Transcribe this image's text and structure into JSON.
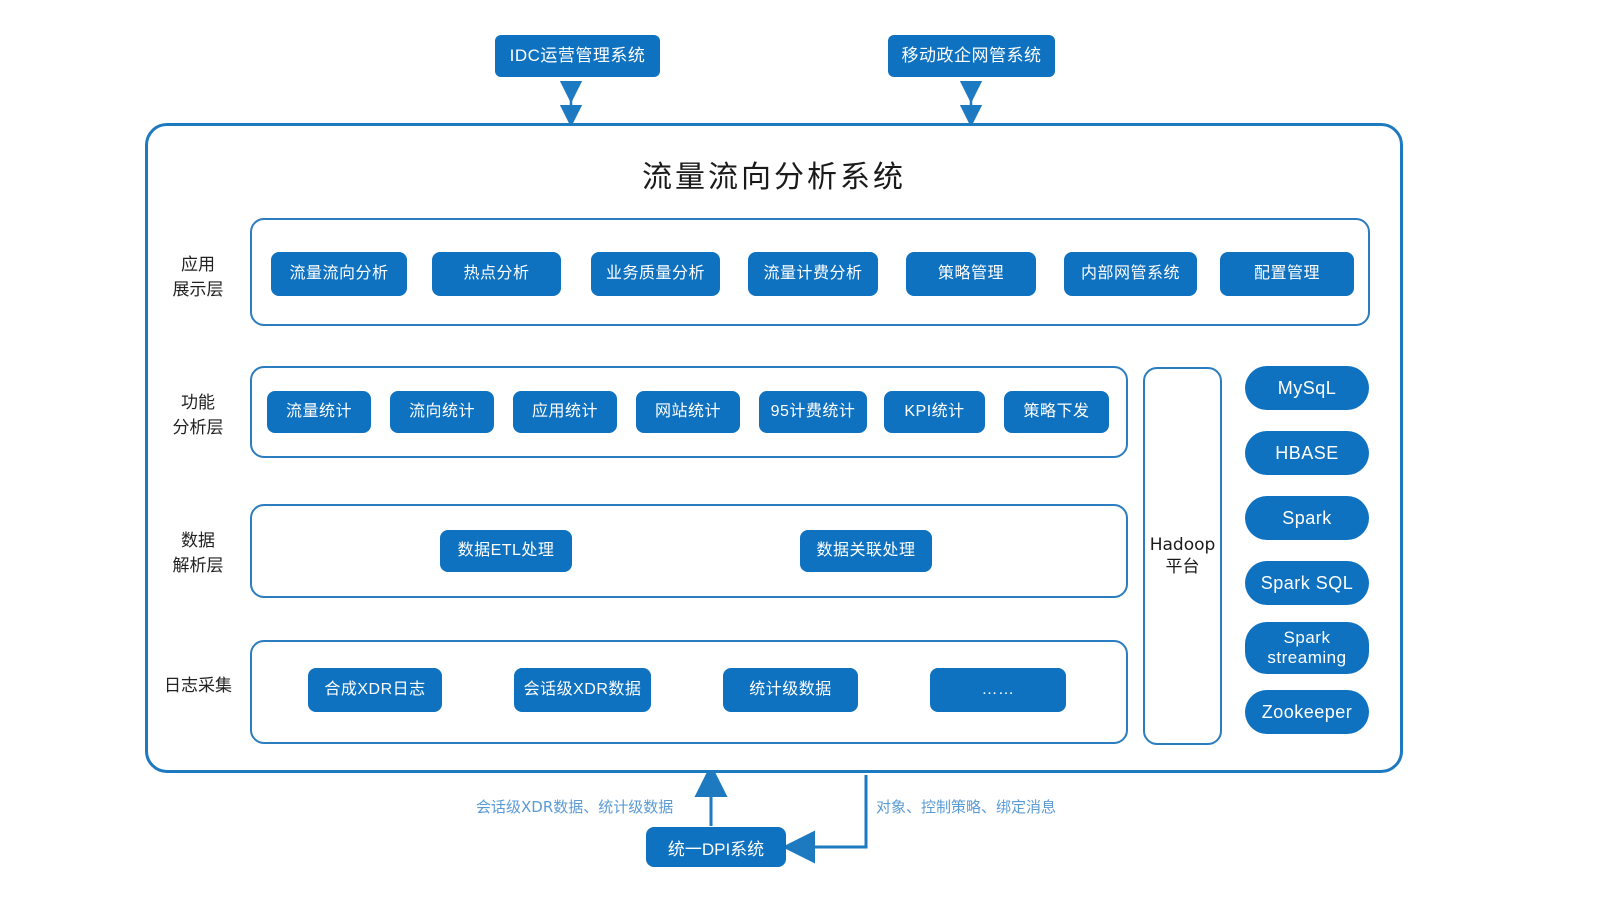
{
  "diagram": {
    "title": "流量流向分析系统",
    "accent_color": "#0F72C0",
    "frame_color": "#1E7AC0",
    "caption_color": "#5B9BD5"
  },
  "external_systems": [
    {
      "label": "IDC运营管理系统",
      "connector": "double-arrow-vertical"
    },
    {
      "label": "移动政企网管系统",
      "connector": "double-arrow-vertical"
    }
  ],
  "layers": [
    {
      "label": "应用\n展示层",
      "name": "application-presentation-layer",
      "items": [
        {
          "label": "流量流向分析"
        },
        {
          "label": "热点分析"
        },
        {
          "label": "业务质量分析"
        },
        {
          "label": "流量计费分析"
        },
        {
          "label": "策略管理"
        },
        {
          "label": "内部网管系统"
        },
        {
          "label": "配置管理"
        }
      ]
    },
    {
      "label": "功能\n分析层",
      "name": "function-analysis-layer",
      "items": [
        {
          "label": "流量统计"
        },
        {
          "label": "流向统计"
        },
        {
          "label": "应用统计"
        },
        {
          "label": "网站统计"
        },
        {
          "label": "95计费统计"
        },
        {
          "label": "KPI统计"
        },
        {
          "label": "策略下发"
        }
      ]
    },
    {
      "label": "数据\n解析层",
      "name": "data-parsing-layer",
      "items": [
        {
          "label": "数据ETL处理"
        },
        {
          "label": "数据关联处理"
        }
      ]
    },
    {
      "label": "日志采集",
      "name": "log-collection-layer",
      "items": [
        {
          "label": "合成XDR日志"
        },
        {
          "label": "会话级XDR数据"
        },
        {
          "label": "统计级数据"
        },
        {
          "label": "……"
        }
      ]
    }
  ],
  "platform": {
    "label": "Hadoop\n平台"
  },
  "tech_stack": [
    {
      "label": "MySqL"
    },
    {
      "label": "HBASE"
    },
    {
      "label": "Spark"
    },
    {
      "label": "Spark SQL"
    },
    {
      "label": "Spark\nstreaming"
    },
    {
      "label": "Zookeeper"
    }
  ],
  "bottom": {
    "dpi_system": "统一DPI系统",
    "caption_left": "会话级XDR数据、统计级数据",
    "caption_right": "对象、控制策略、绑定消息"
  }
}
